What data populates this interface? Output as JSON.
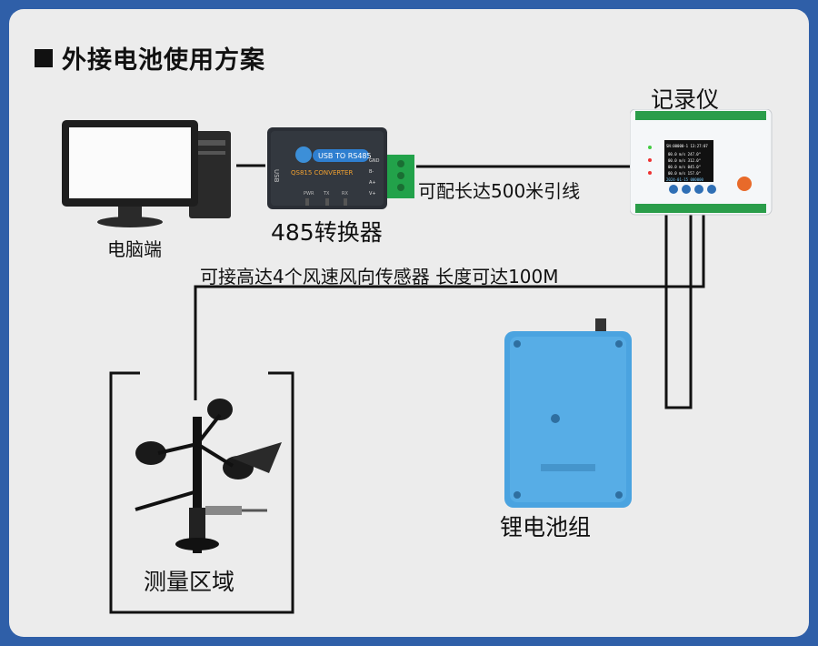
{
  "title": "外接电池使用方案",
  "labels": {
    "computer": "电脑端",
    "converter": "485转换器",
    "recorder": "记录仪",
    "cable_500": "可配长达500米引线",
    "sensors_100": "可接高达4个风速风向传感器  长度可达100M",
    "battery": "锂电池组",
    "measure_area": "测量区域"
  },
  "converter": {
    "usb_text": "USB TO RS485",
    "model_text": "QS815  CONVERTER",
    "side_text": "USB",
    "pins": [
      "GND",
      "B-",
      "A+",
      "V+"
    ],
    "leds": [
      "PWR",
      "TX",
      "RX"
    ]
  },
  "recorder_screen": {
    "header": "SN:00000-1   13:27:07",
    "rows": [
      "00.0 m/s   247.0°",
      "00.0 m/s   312.0°",
      "00.0 m/s   045.0°",
      "00.0 m/s   157.0°"
    ],
    "footer": "2024-01-15  000000"
  },
  "colors": {
    "frame": "#2f5fa8",
    "panel": "#ececec",
    "wire": "#111111",
    "battery": "#4aa3e0",
    "recorder_led": "#e86a2a"
  }
}
